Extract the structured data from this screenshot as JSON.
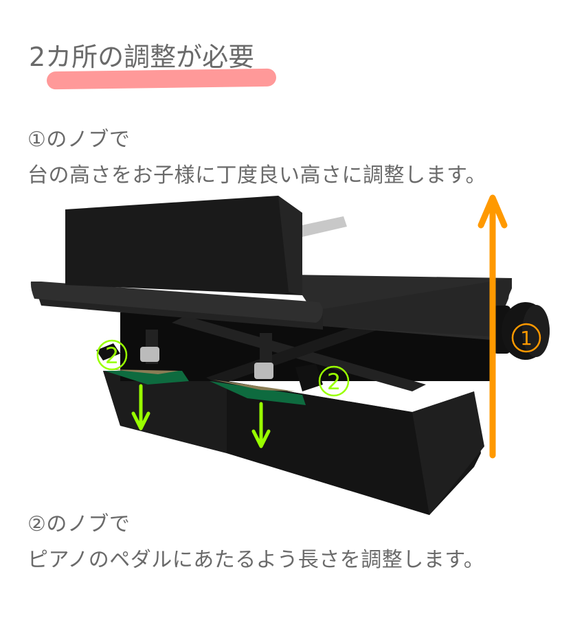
{
  "header": {
    "title": "2カ所の調整が必要",
    "underline_color": "#ff9999"
  },
  "step1": {
    "label": "①のノブで",
    "description": "台の高さをお子様に丁度良い高さに調整します。",
    "marker": "1",
    "arrow_direction": "up",
    "accent_color": "#ff9900"
  },
  "step2": {
    "label": "②のノブで",
    "description": "ピアノのペダルにあたるよう長さを調整します。",
    "marker": "2",
    "arrow_direction": "down",
    "accent_color": "#99ff00"
  },
  "product_image": {
    "subject": "piano pedal footstool",
    "annotations": [
      {
        "marker": "1",
        "color": "#ff9900"
      },
      {
        "marker": "2",
        "color": "#99ff00"
      },
      {
        "marker": "2",
        "color": "#99ff00"
      }
    ]
  }
}
